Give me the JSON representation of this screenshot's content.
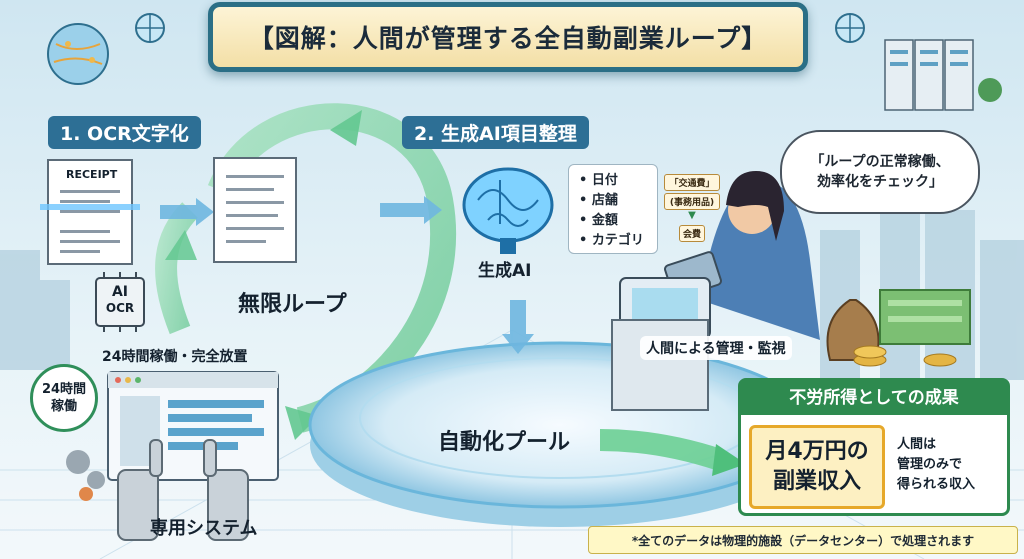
{
  "title": "【図解：人間が管理する全自動副業ループ】",
  "steps": {
    "ocr": "1. OCR文字化",
    "ai": "2. 生成AI項目整理"
  },
  "receipt_label": "RECEIPT",
  "ai_ocr_chip": {
    "line1": "AI",
    "line2": "OCR"
  },
  "ai_items": [
    "日付",
    "店舗",
    "金額",
    "カテゴリ"
  ],
  "category_tags": {
    "tag1": "「交通費」",
    "tag2": "(事務用品)",
    "tag3": "会費"
  },
  "brain_label": "生成AI",
  "loop_label": "無限ループ",
  "pool_label": "自動化プール",
  "system": {
    "top_label": "24時間稼働・完全放置",
    "badge_line1": "24時間",
    "badge_line2": "稼働",
    "bottom_label": "専用システム"
  },
  "human": {
    "thought_line1": "「ループの正常稼働、",
    "thought_line2": "効率化をチェック」",
    "label": "人間による管理・監視"
  },
  "result": {
    "header": "不労所得としての成果",
    "income_line1": "月4万円の",
    "income_line2": "副業収入",
    "side_line1": "人間は",
    "side_line2": "管理のみで",
    "side_line3": "得られる収入"
  },
  "footnote": "*全てのデータは物理的施設（データセンター）で処理されます",
  "colors": {
    "title_border": "#2b6f86",
    "step_bg": "#2d6f95",
    "result_green": "#2e8a4f",
    "income_gold": "#e6a82a"
  }
}
